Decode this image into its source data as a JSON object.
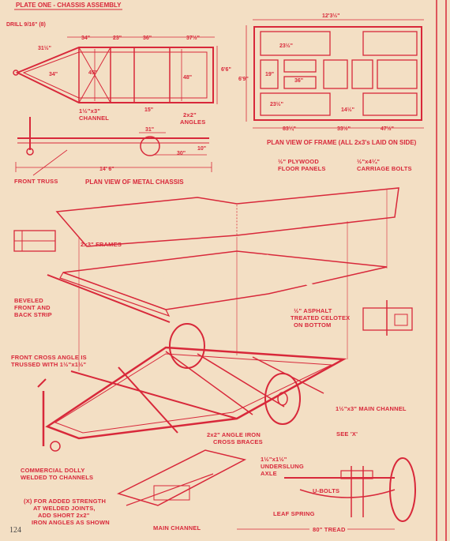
{
  "plate_title": "PLATE ONE - CHASSIS ASSEMBLY",
  "chassis": {
    "drill": "DRILL 9/16\" (8)",
    "d_31_5": "31½\"",
    "d_34_top": "34\"",
    "d_23": "23\"",
    "d_36": "36\"",
    "d_37_5": "37½\"",
    "d_6_6": "6'6\"",
    "d_34_side": "34\"",
    "d_45": "45\"",
    "d_48": "48\"",
    "d_15": "15\"",
    "channel": [
      "1½\"x3\"",
      "CHANNEL"
    ],
    "angles": [
      "2x2\"",
      "ANGLES"
    ],
    "d_31_bottom": "31\"",
    "d_30": "30\"",
    "d_10": "10\"",
    "d_14_6": "14' 6\"",
    "front_truss": "FRONT TRUSS",
    "plan_view": "PLAN VIEW OF METAL CHASSIS"
  },
  "frame_plan": {
    "d_12_3_5": "12'3½\"",
    "d_23_5_top": "23½\"",
    "d_19": "19\"",
    "d_6_9": "6'9\"",
    "d_36": "36\"",
    "d_23_5_bot": "23½\"",
    "d_14_5": "14½\"",
    "d_83_5": "83¼\"",
    "d_33_5": "33½\"",
    "d_47_5": "47½\"",
    "title": "PLAN VIEW OF FRAME (ALL 2x3's LAID ON SIDE)"
  },
  "exploded": {
    "plywood": [
      "½\" PLYWOOD",
      "FLOOR PANELS"
    ],
    "bolts": [
      "½\"x4¼\"",
      "CARRIAGE BOLTS"
    ],
    "frames": "2x3\" FRAMES",
    "beveled": [
      "BEVELED",
      "FRONT AND",
      "BACK STRIP"
    ],
    "asphalt": [
      "½\" ASPHALT",
      "TREATED CELOTEX",
      "ON BOTTOM"
    ],
    "cross_angle": [
      "FRONT CROSS ANGLE IS",
      "TRUSSED WITH 1½\"x1½\""
    ],
    "main_channel_lbl": "1½\"x3\" MAIN CHANNEL",
    "see_x": "SEE 'X'",
    "cross_braces": [
      "2x2\" ANGLE IRON",
      "CROSS BRACES"
    ],
    "axle": [
      "1½\"x1½\"",
      "UNDERSLUNG",
      "AXLE"
    ],
    "dolly": [
      "COMMERCIAL DOLLY",
      "WELDED TO CHANNELS"
    ],
    "ubolts": "U-BOLTS",
    "note_x": [
      "(X) FOR ADDED STRENGTH",
      "AT WELDED JOINTS,",
      "ADD SHORT 2x2\"",
      "IRON ANGLES AS SHOWN"
    ],
    "leaf_spring": "LEAF SPRING",
    "main_channel": "MAIN CHANNEL",
    "tread": "80\" TREAD"
  },
  "page_number": "124"
}
